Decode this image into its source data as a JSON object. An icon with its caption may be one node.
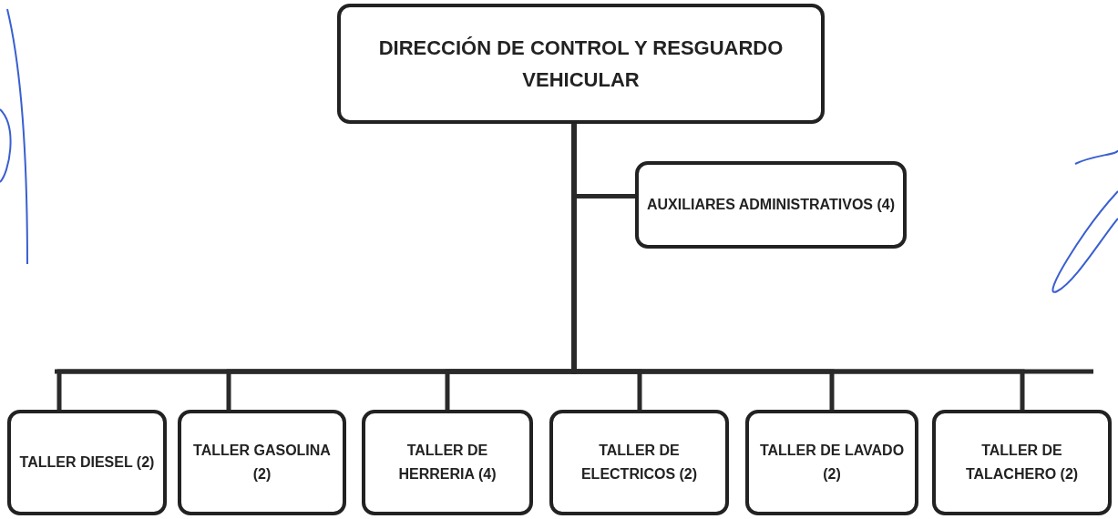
{
  "diagram": {
    "nodes": [
      {
        "text": [
          "DIRECCIÓN DE CONTROL Y RESGUARDO VEHICULAR"
        ]
      },
      {
        "text": [
          "AUXILIARES ADMINISTRATIVOS (4)"
        ]
      },
      {
        "text": [
          "TALLER DIESEL (2)"
        ]
      },
      {
        "text": [
          "TALLER GASOLINA (2)"
        ]
      },
      {
        "text": [
          "TALLER DE HERRERIA (4)"
        ]
      },
      {
        "text": [
          "TALLER DE ELECTRICOS (2)"
        ]
      },
      {
        "text": [
          "TALLER DE LAVADO (2)"
        ]
      },
      {
        "text": [
          "TALLER DE TALACHERO (2)"
        ]
      }
    ],
    "edges": [
      {
        "from": 0,
        "to": 1,
        "arrow": "none"
      },
      {
        "from": 0,
        "to": 2,
        "arrow": "none"
      },
      {
        "from": 0,
        "to": 3,
        "arrow": "none"
      },
      {
        "from": 0,
        "to": 4,
        "arrow": "none"
      },
      {
        "from": 0,
        "to": 5,
        "arrow": "none"
      },
      {
        "from": 0,
        "to": 6,
        "arrow": "none"
      },
      {
        "from": 0,
        "to": 7,
        "arrow": "none"
      }
    ]
  }
}
